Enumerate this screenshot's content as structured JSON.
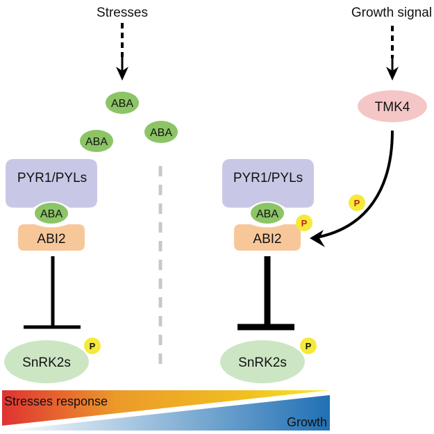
{
  "left_panel": {
    "input_label": "Stresses",
    "aba_free": [
      "ABA",
      "ABA",
      "ABA"
    ],
    "receptor": "PYR1/PYLs",
    "aba_bound": "ABA",
    "phosphatase": "ABI2",
    "kinase": "SnRK2s",
    "kinase_phospho": "P"
  },
  "right_panel": {
    "input_label": "Growth signal",
    "tmk": "TMK4",
    "transfer_phospho": "P",
    "receptor": "PYR1/PYLs",
    "aba_bound": "ABA",
    "phosphatase": "ABI2",
    "phosphatase_phospho": "P",
    "kinase": "SnRK2s",
    "kinase_phospho": "P"
  },
  "gradient_bar": {
    "stress_label": "Stresses response",
    "growth_label": "Growth"
  },
  "colors": {
    "receptor": "#c8c8e6",
    "aba": "#8cc466",
    "abi2": "#f7c79a",
    "snrk2": "#cce6c4",
    "tmk4": "#f5c6c6",
    "phospho": "#f5ea3a",
    "phospho_red_text": "#cc1a1a",
    "divider": "#c8c8c8",
    "stress_start": "#e03030",
    "stress_mid": "#eea020",
    "stress_end": "#f5e020",
    "growth_start": "#ffffff",
    "growth_end": "#2070b4"
  }
}
